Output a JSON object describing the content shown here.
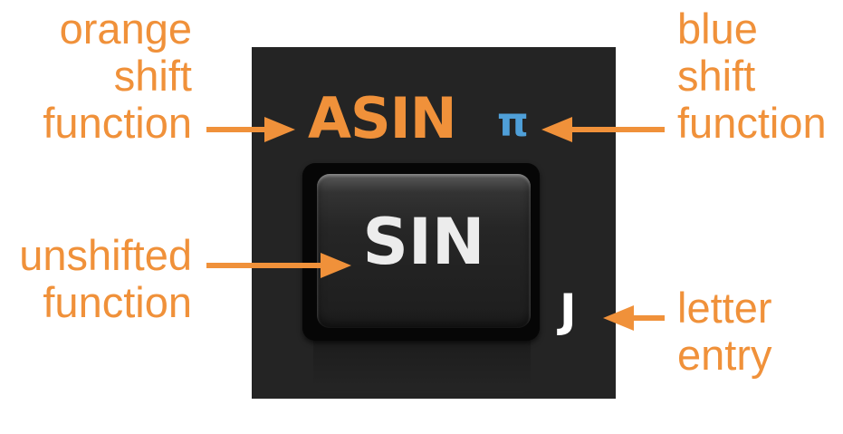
{
  "callouts": {
    "orange_shift": [
      "orange",
      "shift",
      "function"
    ],
    "unshifted": [
      "unshifted",
      "function"
    ],
    "blue_shift": [
      "blue",
      "shift",
      "function"
    ],
    "letter_entry": [
      "letter",
      "entry"
    ]
  },
  "key": {
    "orange_shift_legend": "ASIN",
    "blue_shift_legend": "π",
    "primary_legend": "SIN",
    "letter_legend": "J"
  },
  "colors": {
    "callout_text": "#f0913a",
    "orange_legend": "#f0913a",
    "blue_legend": "#4f9fd8",
    "panel": "#242424",
    "key_label": "#ececec"
  }
}
